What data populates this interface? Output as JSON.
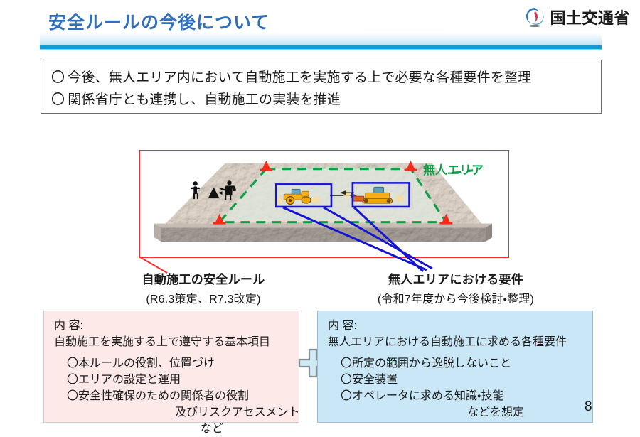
{
  "header": {
    "title": "安全ルールの今後について",
    "ministry": "国土交通省",
    "logo_icon": "mlit-swirl-logo"
  },
  "bullets": {
    "marker": "〇",
    "items": [
      "今後、無人エリア内において自動施工を実施する上で必要な各種要件を整理",
      "関係省庁とも連携し、自動施工の実装を推進"
    ]
  },
  "illustration": {
    "area_label": "無人エリア",
    "vehicle_left": "road-roller-icon",
    "vehicle_right": "bulldozer-icon",
    "worker_icons": [
      "worker-standing-icon",
      "soil-pile-icon",
      "worker-digging-icon"
    ],
    "cone_icon": "traffic-cone-icon",
    "colors": {
      "outer_frame": "#ff2d2d",
      "area_dashed": "#11a04a",
      "vehicle_box": "#1414d2",
      "connector_blue": "#1414d2",
      "connector_red": "#ff2d2d",
      "terrain_top": "#ded3c8",
      "terrain_front": "#a9a29b",
      "unmanned_fill": "#dfe7dc"
    }
  },
  "captions": {
    "left": {
      "title": "自動施工の安全ルール",
      "subtitle": "(R6.3策定、R7.3改定)"
    },
    "right": {
      "title": "無人エリアにおける要件",
      "subtitle": "(令和7年度から今後検討・整理)"
    }
  },
  "content_boxes": {
    "plus_symbol": "+",
    "left": {
      "head": "内 容:",
      "sub": "自動施工を実施する上で遵守する基本項目",
      "items": [
        "〇本ルールの役割、位置づけ",
        "〇エリアの設定と運用",
        "〇安全性確保のための関係者の役割",
        "及びリスクアセスメント",
        "など"
      ],
      "bg": "#fce9e8"
    },
    "right": {
      "head": "内 容:",
      "sub": "無人エリアにおける自動施工に求める各種要件",
      "items": [
        "〇所定の範囲から逸脱しないこと",
        "〇安全装置",
        "〇オペレータに求める知識・技能",
        "などを想定"
      ],
      "bg": "#c9e7f7"
    }
  },
  "page_number": "8"
}
